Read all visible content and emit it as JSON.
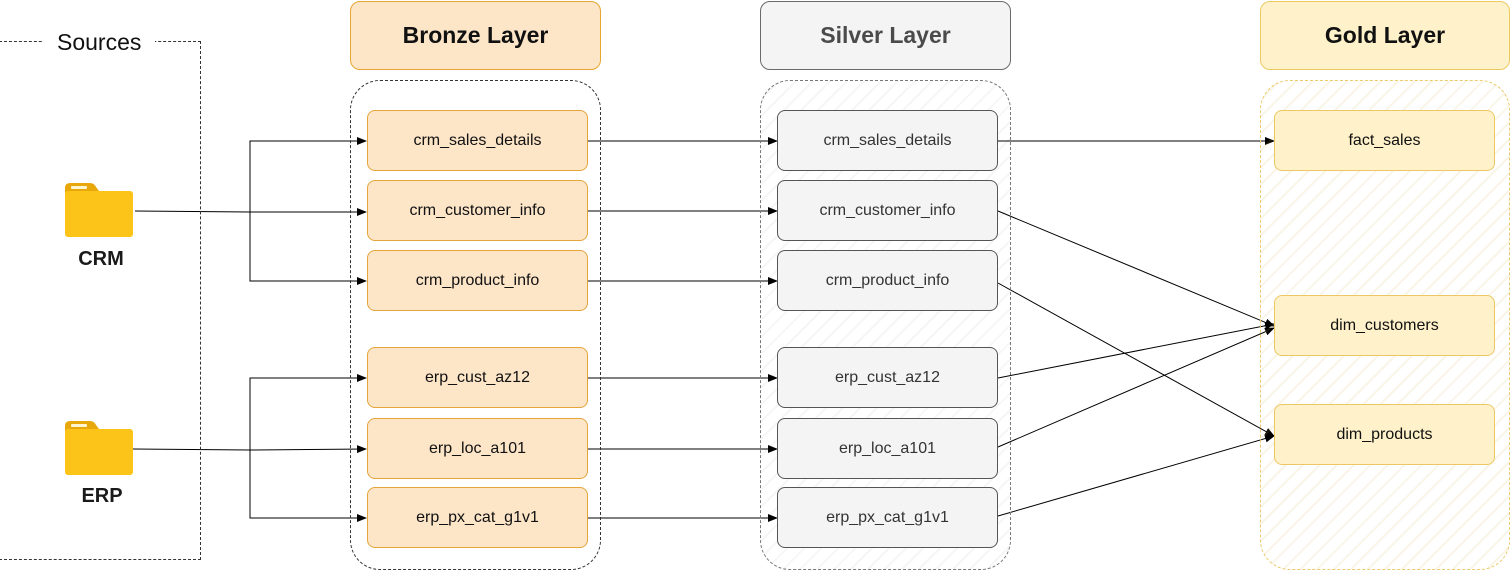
{
  "sources": {
    "title": "Sources",
    "systems": [
      {
        "label": "CRM",
        "icon": "folder-icon"
      },
      {
        "label": "ERP",
        "icon": "folder-icon"
      }
    ]
  },
  "layers": {
    "bronze": {
      "title": "Bronze Layer",
      "color": "#fde5c8",
      "tables": [
        "crm_sales_details",
        "crm_customer_info",
        "crm_product_info",
        "erp_cust_az12",
        "erp_loc_a101",
        "erp_px_cat_g1v1"
      ]
    },
    "silver": {
      "title": "Silver Layer",
      "color": "#f4f4f4",
      "tables": [
        "crm_sales_details",
        "crm_customer_info",
        "crm_product_info",
        "erp_cust_az12",
        "erp_loc_a101",
        "erp_px_cat_g1v1"
      ]
    },
    "gold": {
      "title": "Gold Layer",
      "color": "#fff1c9",
      "tables": [
        "fact_sales",
        "dim_customers",
        "dim_products"
      ]
    }
  },
  "colors": {
    "folder": "#fcc419",
    "folder_dark": "#e8a80c",
    "line": "#000000"
  }
}
